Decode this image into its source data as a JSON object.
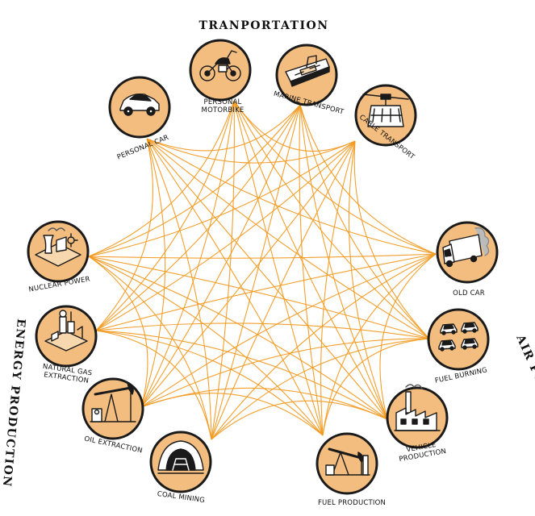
{
  "groups": {
    "transportation": "TRANPORTATION",
    "energy": "ENERGY PRODUCTION",
    "air": "AIR POLLUTION"
  },
  "colors": {
    "node_fill": "#f3bd7f",
    "edge": "#f39a21",
    "outline": "#1a1a1a"
  },
  "nodes": [
    {
      "id": "personal-car",
      "label": [
        "PERSONAL CAR"
      ],
      "icon": "car-icon"
    },
    {
      "id": "personal-motorbike",
      "label": [
        "PERSONAL",
        "MOTORBIKE"
      ],
      "icon": "motorbike-icon"
    },
    {
      "id": "marine-transport",
      "label": [
        "MARINE TRANSPORT"
      ],
      "icon": "boat-icon"
    },
    {
      "id": "cable-transport",
      "label": [
        "CABLE TRANSPORT"
      ],
      "icon": "cable-car-icon"
    },
    {
      "id": "old-car",
      "label": [
        "OLD CAR"
      ],
      "icon": "truck-smoke-icon"
    },
    {
      "id": "fuel-burning",
      "label": [
        "FUEL BURNING"
      ],
      "icon": "cars-icon"
    },
    {
      "id": "vehicle-production",
      "label": [
        "VEHICLE",
        "PRODUCTION"
      ],
      "icon": "factory-icon"
    },
    {
      "id": "fuel-production",
      "label": [
        "FUEL PRODUCTION"
      ],
      "icon": "pumpjack-icon"
    },
    {
      "id": "coal-mining",
      "label": [
        "COAL MINING"
      ],
      "icon": "mine-icon"
    },
    {
      "id": "oil-extraction",
      "label": [
        "OIL EXTRACTION"
      ],
      "icon": "oil-pump-icon"
    },
    {
      "id": "natural-gas-extraction",
      "label": [
        "NATURAL GAS",
        "EXTRACTION"
      ],
      "icon": "gas-plant-icon"
    },
    {
      "id": "nuclear-power",
      "label": [
        "NUCLEAR POWER"
      ],
      "icon": "nuclear-icon"
    }
  ]
}
